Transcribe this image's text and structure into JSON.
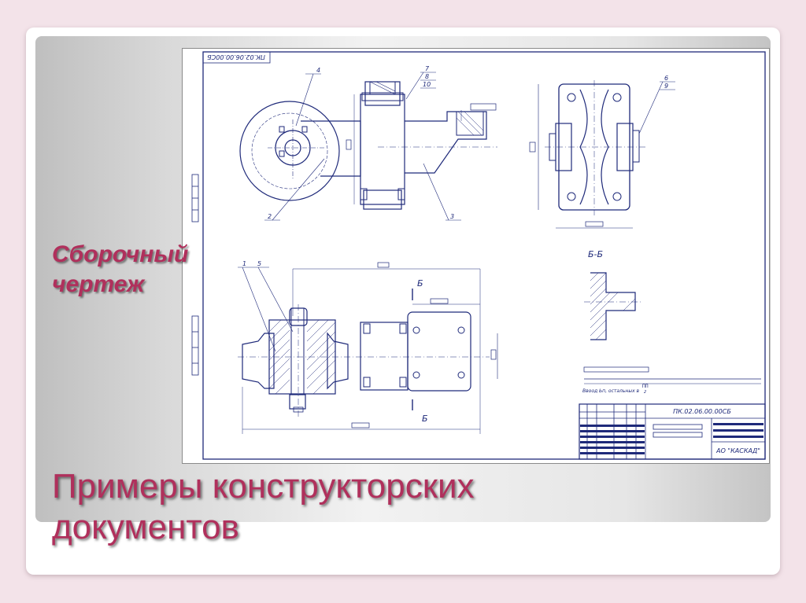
{
  "slide": {
    "subtitle_line1": "Сборочный",
    "subtitle_line2": "чертеж",
    "title_line1": "Примеры конструкторских",
    "title_line2": "документов"
  },
  "drawing": {
    "designation_rotated": "ПК.02.06.00.00СБ",
    "title_block_designation": "ПК.02.06.00.00СБ",
    "organization": "АО \"КАСКАД\"",
    "section_label": "Б-Б",
    "cut_mark_top": "Б",
    "cut_mark_bottom": "Б",
    "note_text": "Ввоод Ьп, остальных в",
    "note_fraction_top": "∏∏",
    "note_fraction_bottom": "2",
    "part_numbers": {
      "p1": "1",
      "p2": "2",
      "p3": "3",
      "p4": "4",
      "p5": "5",
      "p6": "6",
      "p7": "7",
      "p8": "8",
      "p9": "9",
      "p10": "10"
    }
  }
}
